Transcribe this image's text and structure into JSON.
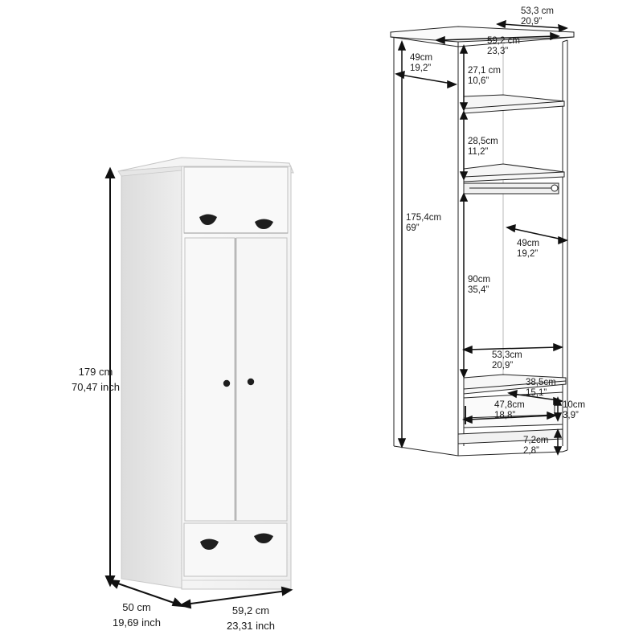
{
  "product": {
    "height": {
      "cm": "179 cm",
      "inch": "70,47 inch"
    },
    "depth": {
      "cm": "50 cm",
      "inch": "19,69 inch"
    },
    "width": {
      "cm": "59,2 cm",
      "inch": "23,31 inch"
    }
  },
  "schematic": {
    "top_depth": {
      "cm": "53,3 cm",
      "inch": "20,9”"
    },
    "top_width": {
      "cm": "59,2 cm",
      "inch": "23,3”"
    },
    "side_depth": {
      "cm": "49cm",
      "inch": "19,2”"
    },
    "upper_shelf": {
      "cm": "27,1 cm",
      "inch": "10,6”"
    },
    "second_shelf": {
      "cm": "28,5cm",
      "inch": "11,2”"
    },
    "inner_height": {
      "cm": "175,4cm",
      "inch": "69”"
    },
    "hanging_depth": {
      "cm": "49cm",
      "inch": "19,2”"
    },
    "hanging_height": {
      "cm": "90cm",
      "inch": "35,4”"
    },
    "inner_width": {
      "cm": "53,3cm",
      "inch": "20,9”"
    },
    "drawer_depth": {
      "cm": "38,5cm",
      "inch": "15,1”"
    },
    "drawer_width": {
      "cm": "47,8cm",
      "inch": "18,8”"
    },
    "drawer_height": {
      "cm": "10cm",
      "inch": "3,9”"
    },
    "base_height": {
      "cm": "7,2cm",
      "inch": "2,8”"
    }
  }
}
